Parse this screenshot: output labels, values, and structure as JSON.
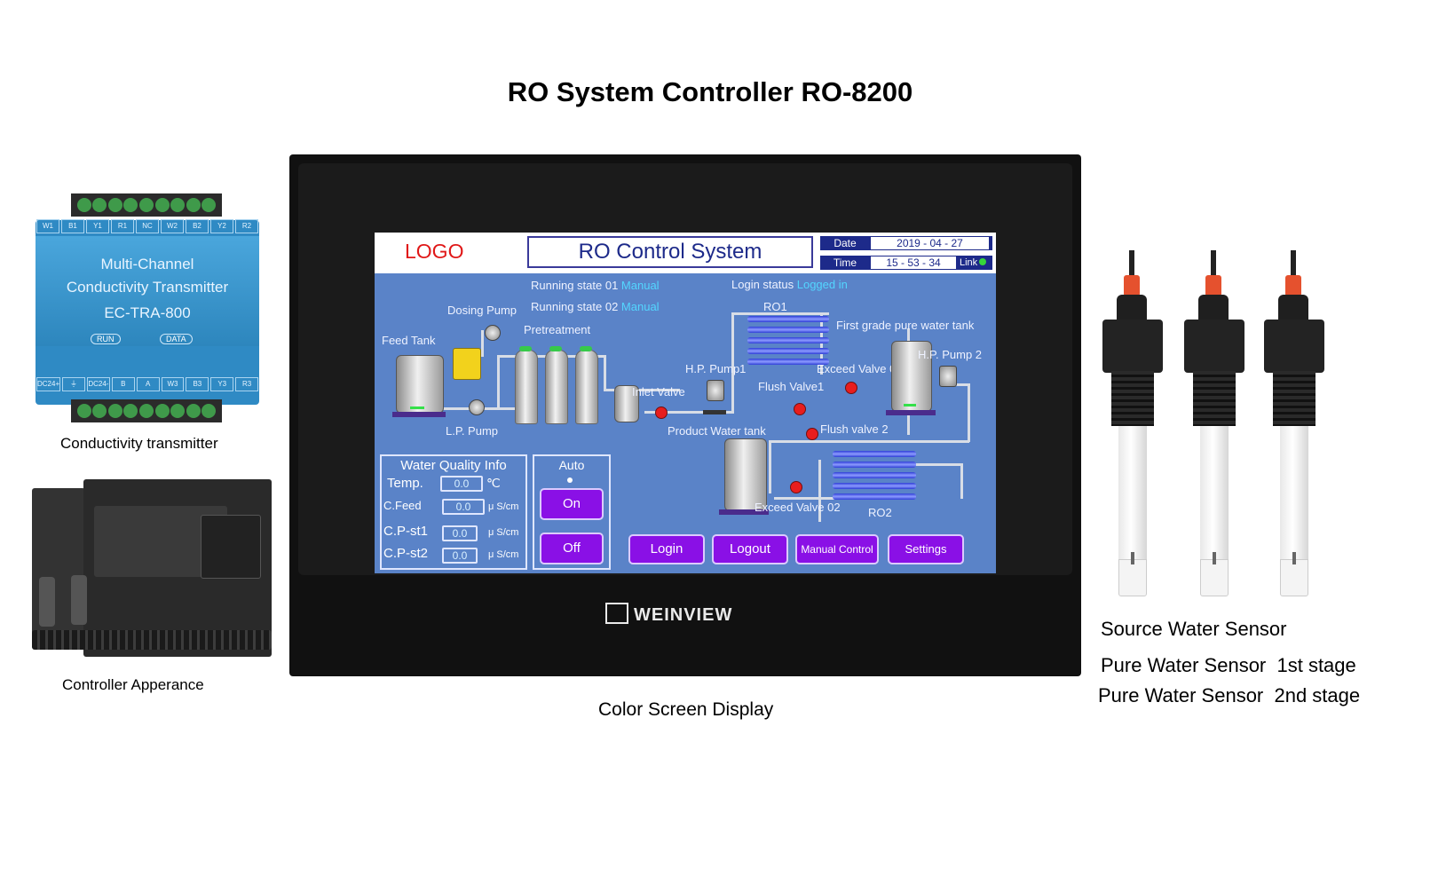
{
  "page": {
    "title": "RO System Controller RO-8200"
  },
  "captions": {
    "transmitter": "Conductivity transmitter",
    "controller": "Controller Apperance",
    "screen": "Color Screen Display"
  },
  "transmitter": {
    "line1": "Multi-Channel",
    "line2": "Conductivity Transmitter",
    "line3": "EC-TRA-800",
    "run_label": "RUN",
    "data_label": "DATA",
    "top_terminals": [
      "W1",
      "B1",
      "Y1",
      "R1",
      "NC",
      "W2",
      "B2",
      "Y2",
      "R2"
    ],
    "bottom_terminals": [
      "DC24+",
      "⏚",
      "DC24-",
      "B",
      "A",
      "W3",
      "B3",
      "Y3",
      "R3"
    ]
  },
  "monitor": {
    "brand": "WEINVIEW"
  },
  "hmi": {
    "logo": "LOGO",
    "system_title": "RO Control System",
    "date_label": "Date",
    "date_value": "2019 - 04 - 27",
    "time_label": "Time",
    "time_value": "15 - 53 - 34",
    "link_label": "Link",
    "running_state_01_label": "Running state 01",
    "running_state_01_value": "Manual",
    "running_state_02_label": "Running state 02",
    "running_state_02_value": "Manual",
    "login_status_label": "Login status",
    "login_status_value": "Logged in",
    "diagram": {
      "feed_tank": "Feed Tank",
      "dosing_pump": "Dosing Pump",
      "pretreatment": "Pretreatment",
      "lp_pump": "L.P. Pump",
      "inlet_valve": "Inlet Valve",
      "product_water_tank": "Product Water  tank",
      "ro1": "RO1",
      "hp_pump1": "H.P. Pump1",
      "first_grade_tank": "First grade pure water tank",
      "exceed_valve_01": "Exceed Valve 01",
      "flush_valve1": "Flush Valve1",
      "hp_pump2": "H.P. Pump 2",
      "flush_valve2": "Flush valve 2",
      "exceed_valve_02": "Exceed Valve 02",
      "ro2": "RO2"
    },
    "water_quality": {
      "title": "Water Quality Info",
      "temp_label": "Temp.",
      "temp_value": "0.0",
      "temp_unit": "℃",
      "cfeed_label": "C.Feed",
      "cfeed_value": "0.0",
      "cfeed_unit": "μ S/cm",
      "cpst1_label": "C.P-st1",
      "cpst1_value": "0.0",
      "cpst1_unit": "μ S/cm",
      "cpst2_label": "C.P-st2",
      "cpst2_value": "0.0",
      "cpst2_unit": "μ S/cm"
    },
    "auto_panel": {
      "title": "Auto",
      "on": "On",
      "off": "Off"
    },
    "buttons": {
      "login": "Login",
      "logout": "Logout",
      "manual_control": "Manual Control",
      "settings": "Settings"
    }
  },
  "sensors": {
    "line1": "Source Water Sensor",
    "line2": "Pure Water Sensor  1st stage",
    "line3": "Pure Water Sensor  2nd stage"
  }
}
